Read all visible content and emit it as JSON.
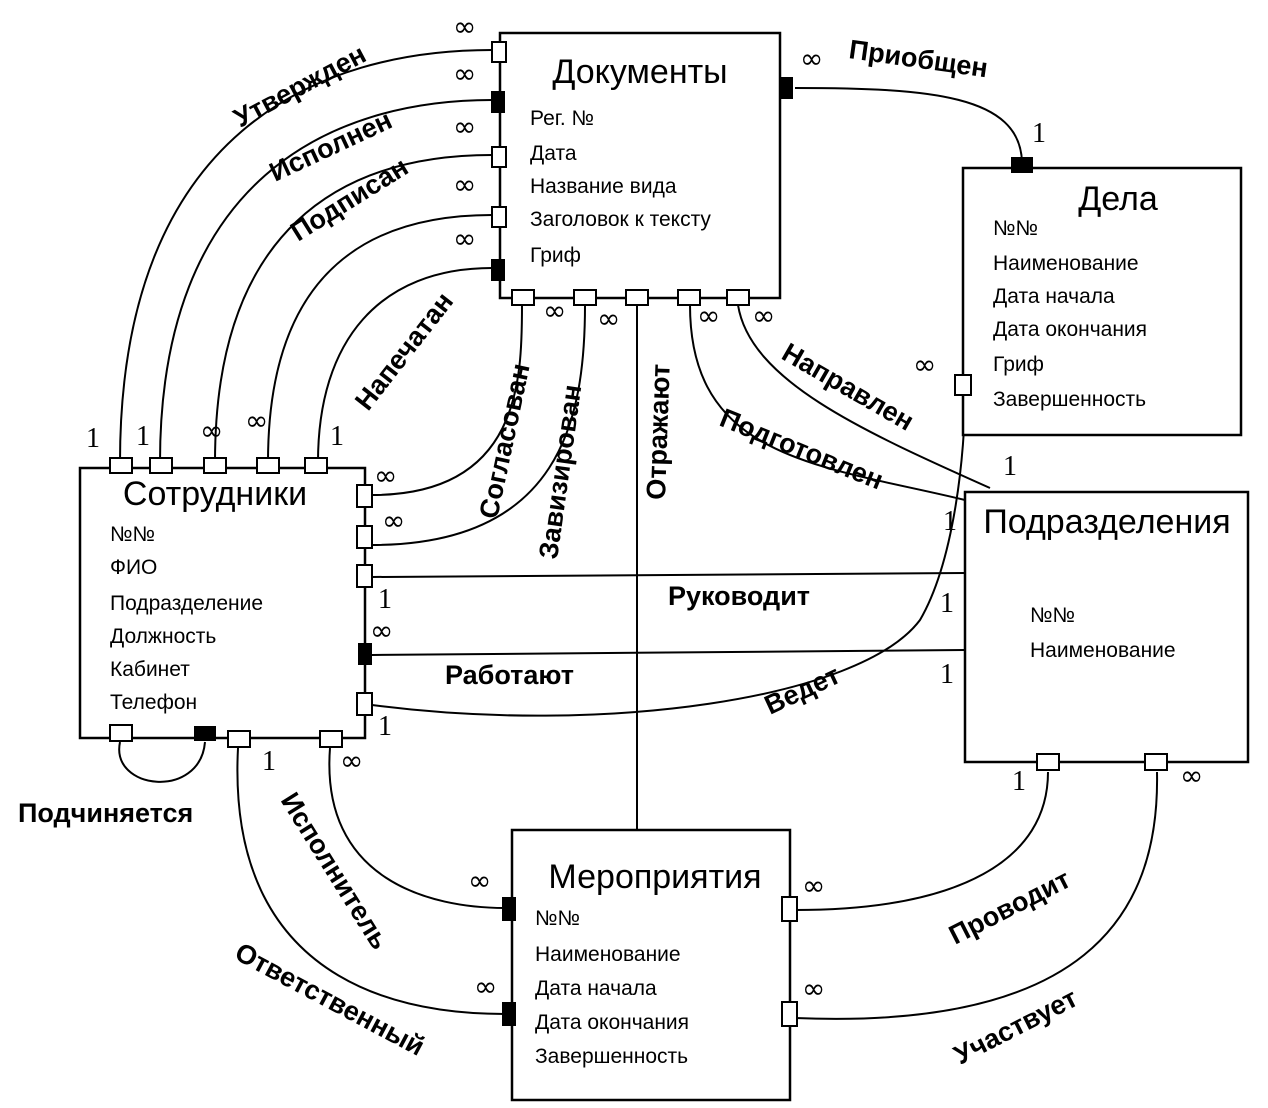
{
  "entities": {
    "documents": {
      "title": "Документы",
      "attributes": [
        "Рег. №",
        "Дата",
        "Название вида",
        "Заголовок к тексту",
        "Гриф"
      ]
    },
    "cases": {
      "title": "Дела",
      "attributes": [
        "№№",
        "Наименование",
        "Дата начала",
        "Дата окончания",
        "Гриф",
        "Завершенность"
      ]
    },
    "employees": {
      "title": "Сотрудники",
      "attributes": [
        "№№",
        "ФИО",
        "Подразделение",
        "Должность",
        "Кабинет",
        "Телефон"
      ]
    },
    "departments": {
      "title": "Подразделения",
      "attributes": [
        "№№",
        "Наименование"
      ]
    },
    "events": {
      "title": "Мероприятия",
      "attributes": [
        "№№",
        "Наименование",
        "Дата начала",
        "Дата окончания",
        "Завершенность"
      ]
    }
  },
  "relationships": {
    "approved": "Утвержден",
    "executed": "Исполнен",
    "signed": "Подписан",
    "printed": "Напечатан",
    "attached": "Приобщен",
    "agreed": "Согласован",
    "endorsed": "Завизирован",
    "reflect": "Отражают",
    "sent": "Направлен",
    "prepared": "Подготовлен",
    "manages": "Руководит",
    "work": "Работают",
    "keeps": "Ведет",
    "subordinate": "Подчиняется",
    "executor": "Исполнитель",
    "responsible": "Ответственный",
    "conducts": "Проводит",
    "participates": "Участвует"
  },
  "cardinality": {
    "one": "1",
    "many": "∞"
  }
}
